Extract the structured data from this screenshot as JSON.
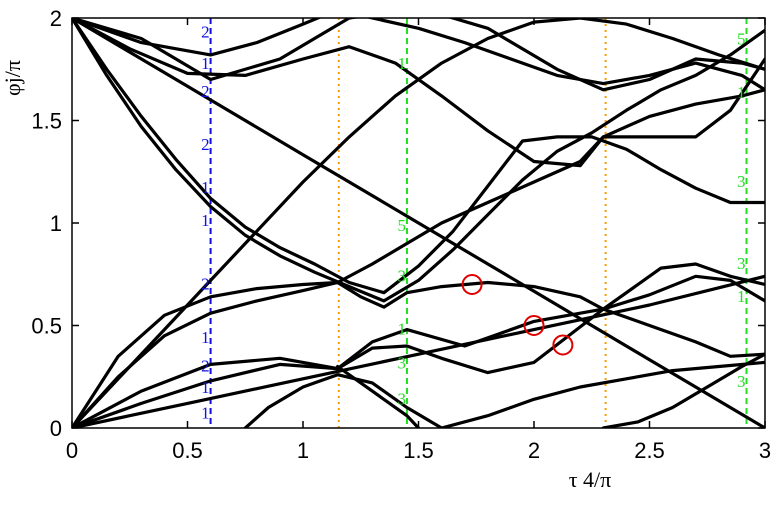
{
  "chart_data": {
    "type": "line",
    "title": "",
    "xlabel": "τ 4/π",
    "ylabel": "φj/π",
    "xlim": [
      0,
      3
    ],
    "ylim": [
      0,
      2
    ],
    "xticks": [
      0,
      0.5,
      1,
      1.5,
      2,
      2.5,
      3
    ],
    "yticks": [
      0,
      0.5,
      1,
      1.5,
      2
    ],
    "xtick_labels": [
      "0",
      "0.5",
      "1",
      "1.5",
      "2",
      "2.5",
      "3"
    ],
    "ytick_labels": [
      "0",
      "0.5",
      "1",
      "1.5",
      "2"
    ],
    "grid": false,
    "line_color": "#000000",
    "series": [
      {
        "x": [
          0,
          0.15,
          0.3,
          0.45,
          0.6,
          0.75,
          0.9,
          1.05,
          1.2,
          1.35,
          1.5,
          1.65,
          1.8,
          1.95,
          2.1,
          2.25,
          2.4,
          2.55,
          2.7,
          2.85,
          3.0
        ],
        "y": [
          2.0,
          1.75,
          1.52,
          1.31,
          1.12,
          0.98,
          0.88,
          0.8,
          0.71,
          0.66,
          0.79,
          0.96,
          1.18,
          1.4,
          1.42,
          1.42,
          1.36,
          1.26,
          1.17,
          1.1,
          1.1
        ]
      },
      {
        "x": [
          0,
          0.15,
          0.3,
          0.45,
          0.6,
          0.75,
          0.9,
          1.05,
          1.2,
          1.35,
          1.5,
          1.65,
          1.8,
          1.95,
          2.1,
          2.25,
          2.4,
          2.55,
          2.7,
          2.85,
          3.0
        ],
        "y": [
          2.0,
          1.72,
          1.47,
          1.26,
          1.08,
          0.94,
          0.84,
          0.76,
          0.69,
          0.62,
          0.72,
          0.87,
          1.04,
          1.21,
          1.35,
          1.44,
          1.55,
          1.65,
          1.72,
          1.82,
          1.94
        ]
      },
      {
        "x": [
          0,
          0.5,
          1.0,
          1.5,
          2.0,
          2.5,
          3.0
        ],
        "y": [
          2.0,
          1.667,
          1.333,
          1.0,
          0.667,
          0.333,
          0.0
        ]
      },
      {
        "x": [
          0,
          0.3,
          0.6,
          0.9,
          1.2,
          1.5,
          1.8,
          2.1,
          2.3,
          2.5,
          2.7,
          2.9,
          3.0
        ],
        "y": [
          2.0,
          1.9,
          1.7,
          1.8,
          2.0,
          2.05,
          1.95,
          1.75,
          1.65,
          1.7,
          1.8,
          1.78,
          1.75
        ]
      },
      {
        "x": [
          0,
          0.3,
          0.6,
          0.8,
          1.0,
          1.15,
          1.3,
          1.5,
          1.7,
          1.9,
          2.1,
          2.3,
          2.5,
          2.7,
          2.9,
          3.0
        ],
        "y": [
          2.0,
          1.88,
          1.82,
          1.88,
          1.97,
          2.04,
          2.0,
          1.95,
          1.88,
          1.8,
          1.72,
          1.68,
          1.72,
          1.78,
          1.72,
          1.65
        ]
      },
      {
        "x": [
          0,
          0.25,
          0.5,
          0.75,
          1.0,
          1.2,
          1.4,
          1.6,
          1.8,
          2.0,
          2.2,
          2.3,
          2.5,
          2.7,
          2.9,
          3.0
        ],
        "y": [
          2.0,
          1.85,
          1.73,
          1.72,
          1.8,
          1.86,
          1.78,
          1.62,
          1.45,
          1.3,
          1.28,
          1.42,
          1.52,
          1.58,
          1.62,
          1.65
        ]
      },
      {
        "x": [
          0,
          0.2,
          0.4,
          0.6,
          0.8,
          1.0,
          1.2,
          1.4,
          1.6,
          1.8,
          2.0,
          2.2,
          2.4,
          2.6,
          2.8,
          3.0
        ],
        "y": [
          0.0,
          0.24,
          0.48,
          0.72,
          0.96,
          1.2,
          1.42,
          1.62,
          1.78,
          1.9,
          1.98,
          2.0,
          1.97,
          1.9,
          1.82,
          1.75
        ]
      },
      {
        "x": [
          0,
          0.2,
          0.4,
          0.6,
          0.8,
          1.0,
          1.15,
          1.3,
          1.45,
          1.6,
          1.8,
          2.0,
          2.2,
          2.3,
          2.5,
          2.7,
          2.85,
          3.0
        ],
        "y": [
          0.0,
          0.35,
          0.55,
          0.64,
          0.68,
          0.7,
          0.71,
          0.8,
          0.9,
          1.0,
          1.1,
          1.2,
          1.3,
          1.42,
          1.42,
          1.42,
          1.55,
          1.8
        ]
      },
      {
        "x": [
          0,
          0.2,
          0.4,
          0.6,
          0.8,
          1.0,
          1.15,
          1.25,
          1.35,
          1.45,
          1.6,
          1.8,
          2.0,
          2.2,
          2.3,
          2.5,
          2.7,
          2.85,
          3.0
        ],
        "y": [
          0.0,
          0.25,
          0.45,
          0.56,
          0.62,
          0.67,
          0.71,
          0.64,
          0.59,
          0.66,
          0.69,
          0.71,
          0.69,
          0.64,
          0.58,
          0.5,
          0.42,
          0.35,
          0.36
        ]
      },
      {
        "x": [
          0,
          0.3,
          0.6,
          0.9,
          1.15,
          1.3,
          1.45,
          1.7,
          2.0,
          2.3,
          2.5,
          2.7,
          2.85,
          3.0
        ],
        "y": [
          0.0,
          0.18,
          0.31,
          0.34,
          0.29,
          0.42,
          0.48,
          0.4,
          0.52,
          0.58,
          0.65,
          0.74,
          0.72,
          0.62
        ]
      },
      {
        "x": [
          0,
          0.5,
          1.0,
          1.5,
          2.0,
          2.5,
          3.0
        ],
        "y": [
          0.0,
          0.12,
          0.24,
          0.36,
          0.48,
          0.6,
          0.74
        ]
      },
      {
        "x": [
          0,
          0.3,
          0.6,
          0.9,
          1.15,
          1.3,
          1.45,
          1.6,
          1.8,
          2.0,
          2.3,
          2.55,
          2.7,
          2.85,
          3.0
        ],
        "y": [
          0.0,
          0.12,
          0.23,
          0.31,
          0.29,
          0.39,
          0.4,
          0.34,
          0.27,
          0.32,
          0.58,
          0.78,
          0.8,
          0.74,
          0.7
        ]
      },
      {
        "x": [
          0.75,
          0.85,
          1.0,
          1.15,
          1.3,
          1.45,
          1.6,
          1.8,
          2.0,
          2.2,
          2.4,
          2.6,
          2.8,
          3.0
        ],
        "y": [
          0.0,
          0.1,
          0.2,
          0.26,
          0.22,
          0.1,
          0.0,
          0.06,
          0.14,
          0.2,
          0.24,
          0.28,
          0.3,
          0.32
        ]
      },
      {
        "x": [
          1.15,
          1.3,
          1.45,
          1.5
        ],
        "y": [
          0.3,
          0.18,
          0.06,
          0.0
        ]
      },
      {
        "x": [
          2.3,
          2.45,
          2.6,
          2.75,
          2.9,
          3.0
        ],
        "y": [
          0.0,
          0.03,
          0.1,
          0.2,
          0.3,
          0.36
        ]
      }
    ],
    "vlines": [
      {
        "x": 0.6,
        "color": "#1010e0",
        "dash": "dashed"
      },
      {
        "x": 1.155,
        "color": "#ff9a00",
        "dash": "dotted"
      },
      {
        "x": 1.45,
        "color": "#22dd22",
        "dash": "dashed"
      },
      {
        "x": 2.31,
        "color": "#ff9a00",
        "dash": "dotted"
      },
      {
        "x": 2.92,
        "color": "#22dd22",
        "dash": "dashed"
      }
    ],
    "annotations": [
      {
        "text": "2",
        "x": 0.6,
        "y": 1.935,
        "color": "#1010e0"
      },
      {
        "text": "1",
        "x": 0.6,
        "y": 1.78,
        "color": "#1010e0"
      },
      {
        "text": "2",
        "x": 0.6,
        "y": 1.645,
        "color": "#1010e0"
      },
      {
        "text": "2",
        "x": 0.6,
        "y": 1.385,
        "color": "#1010e0"
      },
      {
        "text": "1",
        "x": 0.6,
        "y": 1.175,
        "color": "#1010e0"
      },
      {
        "text": "1",
        "x": 0.6,
        "y": 1.015,
        "color": "#1010e0"
      },
      {
        "text": "2",
        "x": 0.6,
        "y": 0.705,
        "color": "#1010e0"
      },
      {
        "text": "1",
        "x": 0.6,
        "y": 0.445,
        "color": "#1010e0"
      },
      {
        "text": "2",
        "x": 0.6,
        "y": 0.305,
        "color": "#1010e0"
      },
      {
        "text": "1",
        "x": 0.6,
        "y": 0.2,
        "color": "#1010e0"
      },
      {
        "text": "1",
        "x": 0.6,
        "y": 0.075,
        "color": "#1010e0"
      },
      {
        "text": "1",
        "x": 1.45,
        "y": 1.78,
        "color": "#22dd22"
      },
      {
        "text": "5",
        "x": 1.45,
        "y": 0.99,
        "color": "#22dd22"
      },
      {
        "text": "3",
        "x": 1.45,
        "y": 0.745,
        "color": "#22dd22"
      },
      {
        "text": "1",
        "x": 1.45,
        "y": 0.485,
        "color": "#22dd22"
      },
      {
        "text": "3",
        "x": 1.45,
        "y": 0.32,
        "color": "#22dd22"
      },
      {
        "text": "3",
        "x": 1.45,
        "y": 0.145,
        "color": "#22dd22"
      },
      {
        "text": "5",
        "x": 2.92,
        "y": 1.9,
        "color": "#22dd22"
      },
      {
        "text": "1",
        "x": 2.92,
        "y": 1.64,
        "color": "#22dd22"
      },
      {
        "text": "3",
        "x": 2.92,
        "y": 1.205,
        "color": "#22dd22"
      },
      {
        "text": "3",
        "x": 2.92,
        "y": 0.805,
        "color": "#22dd22"
      },
      {
        "text": "1",
        "x": 2.92,
        "y": 0.645,
        "color": "#22dd22"
      },
      {
        "text": "3",
        "x": 2.92,
        "y": 0.23,
        "color": "#22dd22"
      }
    ],
    "circles": [
      {
        "x": 1.732,
        "y": 0.7,
        "color": "#e00000"
      },
      {
        "x": 2.0,
        "y": 0.5,
        "color": "#e00000"
      },
      {
        "x": 2.125,
        "y": 0.405,
        "color": "#e00000"
      }
    ]
  }
}
